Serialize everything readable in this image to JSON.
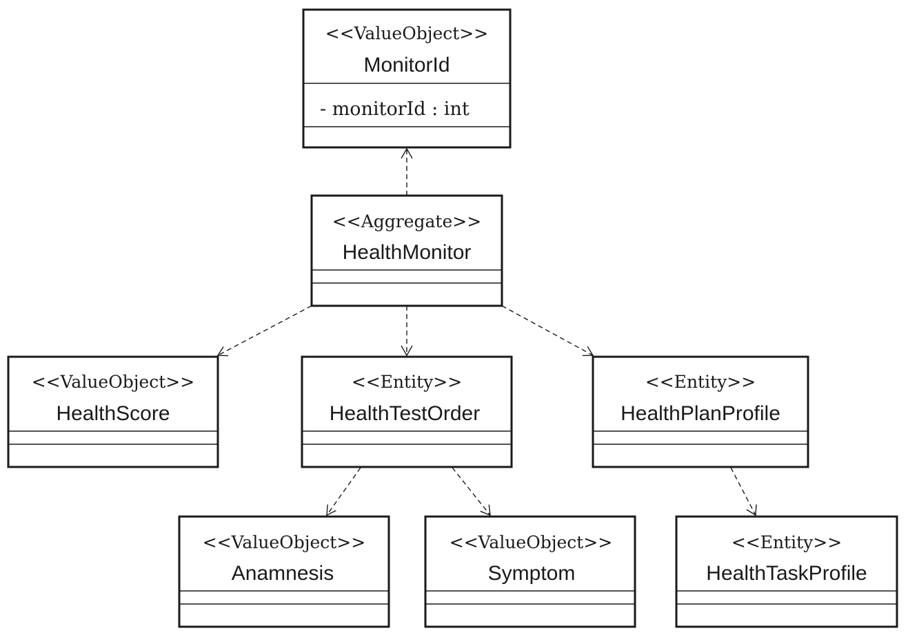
{
  "classes": {
    "monitor_id": {
      "stereotype": "<<ValueObject>>",
      "name": "MonitorId",
      "attributes": [
        "- monitorId : int"
      ]
    },
    "health_monitor": {
      "stereotype": "<<Aggregate>>",
      "name": "HealthMonitor",
      "attributes": []
    },
    "health_score": {
      "stereotype": "<<ValueObject>>",
      "name": "HealthScore",
      "attributes": []
    },
    "health_test_order": {
      "stereotype": "<<Entity>>",
      "name": "HealthTestOrder",
      "attributes": []
    },
    "health_plan_profile": {
      "stereotype": "<<Entity>>",
      "name": "HealthPlanProfile",
      "attributes": []
    },
    "anamnesis": {
      "stereotype": "<<ValueObject>>",
      "name": "Anamnesis",
      "attributes": []
    },
    "symptom": {
      "stereotype": "<<ValueObject>>",
      "name": "Symptom",
      "attributes": []
    },
    "health_task_profile": {
      "stereotype": "<<Entity>>",
      "name": "HealthTaskProfile",
      "attributes": []
    }
  },
  "dependencies": [
    {
      "from": "health_monitor",
      "to": "monitor_id",
      "style": "dashed-open-arrow"
    },
    {
      "from": "health_monitor",
      "to": "health_score",
      "style": "dashed-open-arrow"
    },
    {
      "from": "health_monitor",
      "to": "health_test_order",
      "style": "dashed-open-arrow"
    },
    {
      "from": "health_monitor",
      "to": "health_plan_profile",
      "style": "dashed-open-arrow"
    },
    {
      "from": "health_test_order",
      "to": "anamnesis",
      "style": "dashed-open-arrow"
    },
    {
      "from": "health_test_order",
      "to": "symptom",
      "style": "dashed-open-arrow"
    },
    {
      "from": "health_plan_profile",
      "to": "health_task_profile",
      "style": "dashed-open-arrow"
    }
  ]
}
